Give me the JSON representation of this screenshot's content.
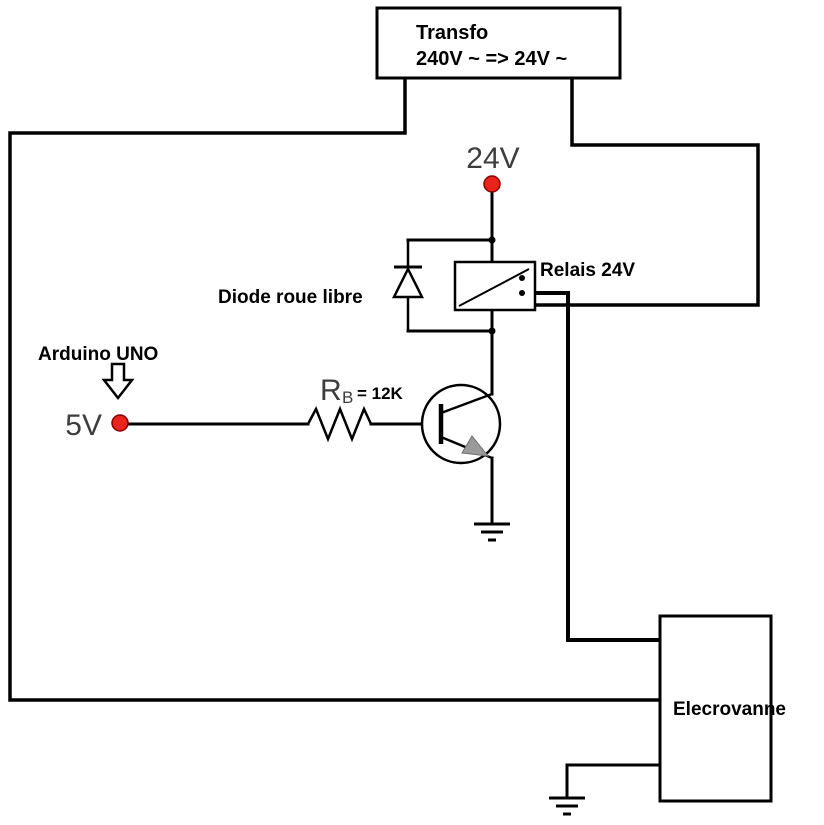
{
  "diagram": {
    "transfo": {
      "title": "Transfo",
      "subtitle": "240V ~ => 24V ~"
    },
    "v24_label": "24V",
    "relay_label": "Relais 24V",
    "diode_label": "Diode roue libre",
    "arduino_label": "Arduino UNO",
    "v5_label": "5V",
    "rb": {
      "symbol": "R",
      "subscript": "B",
      "value": "= 12K"
    },
    "valve_label": "Elecrovanne"
  },
  "colors": {
    "wire": "#000000",
    "node_red": "#e8251c",
    "node_red_edge": "#8b0000",
    "label_gray": "#3d3d3d",
    "background": "#ffffff"
  }
}
